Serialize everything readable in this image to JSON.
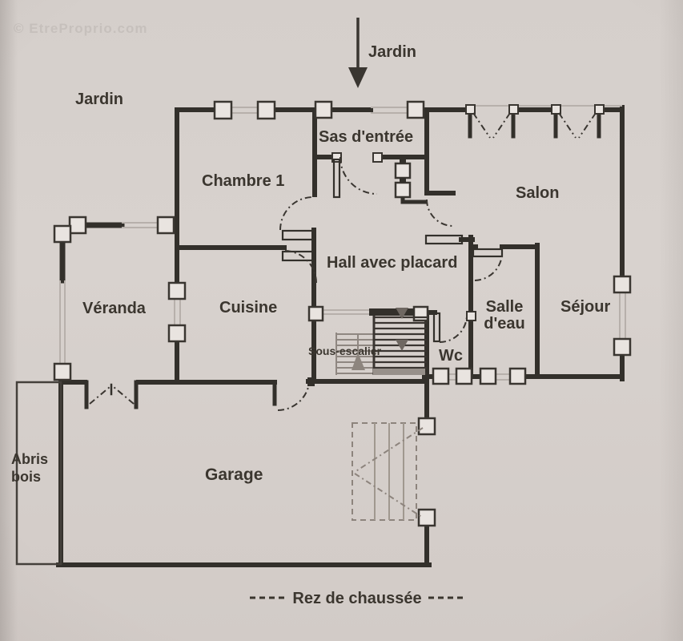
{
  "watermark": {
    "text": "© EtreProprio.com"
  },
  "orientation": {
    "garden_label_top_left": "Jardin",
    "arrow_label": "Jardin"
  },
  "rooms": {
    "sas_entree": "Sas d'entrée",
    "chambre1": "Chambre 1",
    "salon": "Salon",
    "hall": "Hall avec placard",
    "veranda": "Véranda",
    "cuisine": "Cuisine",
    "salle_eau_line1": "Salle",
    "salle_eau_line2": "d'eau",
    "sejour": "Séjour",
    "wc": "Wc",
    "sous_escalier": "Sous-escalier",
    "abris_line1": "Abris",
    "abris_line2": "bois",
    "garage": "Garage"
  },
  "caption": {
    "text": "Rez de chaussée"
  },
  "colors": {
    "paper": "#d6d0cc",
    "wall": "#33302b",
    "window_line": "#b7b0ab",
    "square_fill": "#e9e4e0",
    "label": "#3b362f",
    "stair_dark": "#3a3531",
    "stair_light": "#8f8781",
    "stair_arrow": "#6f6862",
    "projected_stair": "#8d847d",
    "watermark": "#c5bfbb"
  }
}
